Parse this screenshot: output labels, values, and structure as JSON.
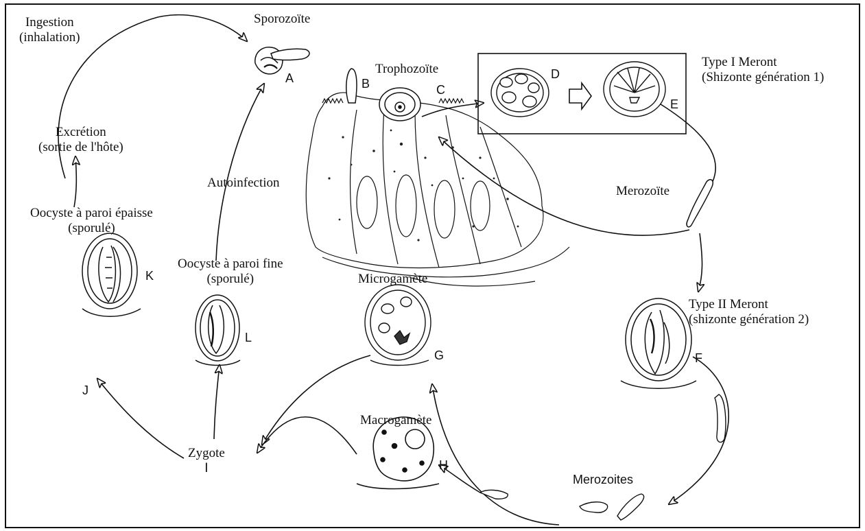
{
  "labels": {
    "ingestion": [
      "Ingestion",
      "(inhalation)"
    ],
    "sporozoite": "Sporozoïte",
    "trophozoite": "Trophozoïte",
    "meront1": [
      "Type I Meront",
      "(Shizonte génération 1)"
    ],
    "excretion": [
      "Excrétion",
      "(sortie de l'hôte)"
    ],
    "autoinfection": "Autoinfection",
    "merozoite": "Merozoïte",
    "oocyste_epaisse": [
      "Oocyste à paroi épaisse",
      "(sporulé)"
    ],
    "oocyste_fine": [
      "Oocyste à paroi fine",
      "(sporulé)"
    ],
    "microgamete": "Microgamète",
    "meront2": [
      "Type II Meront",
      "(shizonte génération 2)"
    ],
    "zygote": "Zygote",
    "zygote_letter": "I",
    "macrogamete": "Macrogamète",
    "merozoites": "Merozoites"
  },
  "letters": {
    "A": "A",
    "B": "B",
    "C": "C",
    "D": "D",
    "E": "E",
    "F": "F",
    "G": "G",
    "H": "H",
    "J": "J",
    "K": "K",
    "L": "L"
  }
}
